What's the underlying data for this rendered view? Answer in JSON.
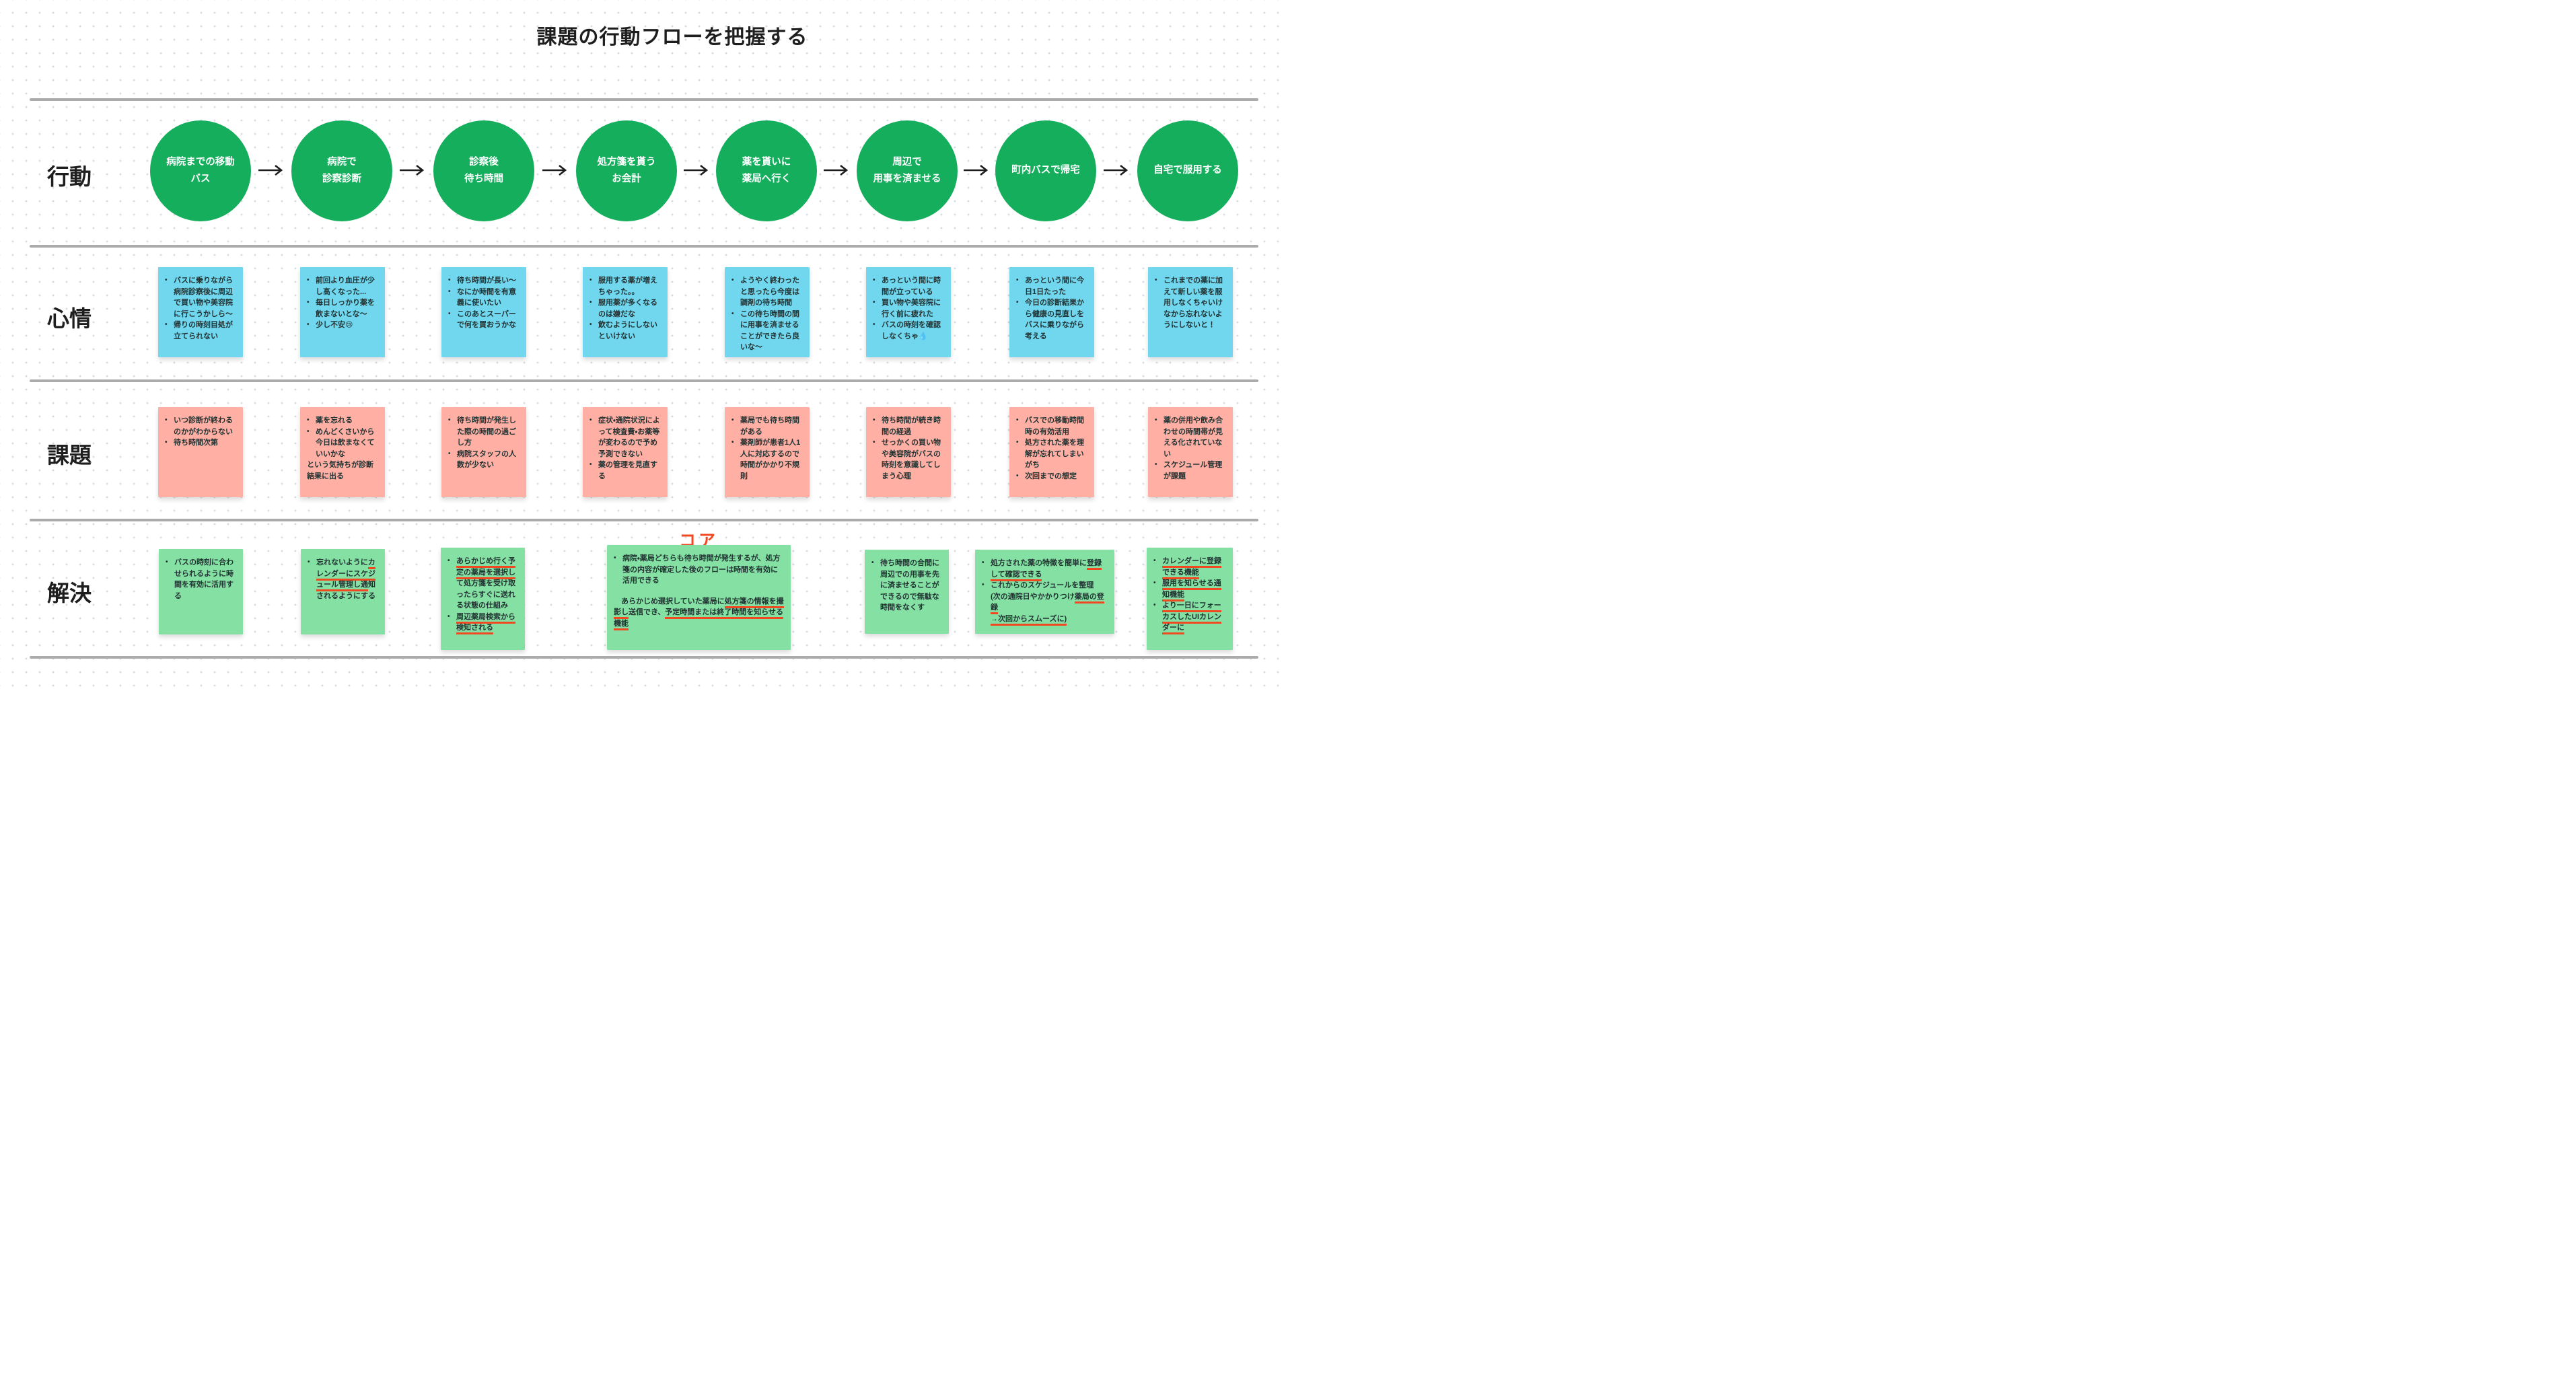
{
  "app": {
    "title": "課題の行動フローを把握する",
    "core_label": "コア"
  },
  "colors": {
    "action_circle_green": "#14AE5C",
    "feeling_note_blue": "#71D7EF",
    "issue_note_pink": "#FFAFA3",
    "solution_note_green": "#85E0A3",
    "accent_red": "#F24822",
    "divider_gray": "#ABABAB",
    "arrow_black": "#1e1e1e"
  },
  "rows": [
    {
      "label": "行動"
    },
    {
      "label": "心情"
    },
    {
      "label": "課題"
    },
    {
      "label": "解決"
    }
  ],
  "arrow_glyph": "→",
  "actions": [
    {
      "lines": [
        "病院までの移動",
        "バス"
      ]
    },
    {
      "lines": [
        "病院で",
        "診察診断"
      ]
    },
    {
      "lines": [
        "診察後",
        "待ち時間"
      ]
    },
    {
      "lines": [
        "処方箋を貰う",
        "お会計"
      ]
    },
    {
      "lines": [
        "薬を貰いに",
        "薬局へ行く"
      ]
    },
    {
      "lines": [
        "周辺で",
        "用事を済ませる"
      ]
    },
    {
      "lines": [
        "町内バスで帰宅"
      ]
    },
    {
      "lines": [
        "自宅で服用する"
      ]
    }
  ],
  "feelings": [
    {
      "items": [
        {
          "text": "バスに乗りながら病院診察後に周辺で買い物や美容院に行こうかしら〜"
        },
        {
          "text": "帰りの時刻目処が立てられない"
        }
      ]
    },
    {
      "items": [
        {
          "text": "前回より血圧が少し高くなった..."
        },
        {
          "text": "毎日しっかり薬を飲まないとな〜"
        },
        {
          "text": "少し不安😢"
        }
      ]
    },
    {
      "items": [
        {
          "text": "待ち時間が長い〜"
        },
        {
          "text": "なにか時間を有意義に使いたい"
        },
        {
          "text": "このあとスーパーで何を買おうかな"
        }
      ]
    },
    {
      "items": [
        {
          "text": "服用する薬が増えちゃった。。"
        },
        {
          "text": "服用薬が多くなるのは嫌だな"
        },
        {
          "text": "飲むようにしないといけない"
        }
      ]
    },
    {
      "items": [
        {
          "text": "ようやく終わったと思ったら今度は調剤の待ち時間"
        },
        {
          "text": "この待ち時間の間に用事を済ませることができたら良いな〜"
        }
      ]
    },
    {
      "items": [
        {
          "text": "あっという間に時間が立っている"
        },
        {
          "text": "買い物や美容院に行く前に疲れた"
        },
        {
          "text": "バスの時刻を確認しなくちゃ💧"
        }
      ]
    },
    {
      "items": [
        {
          "text": "あっという間に今日1日たった"
        },
        {
          "text": "今日の診断結果から健康の見直しをバスに乗りながら考える"
        }
      ]
    },
    {
      "items": [
        {
          "text": "これまでの薬に加えて新しい薬を服用しなくちゃいけなから忘れないようにしないと！"
        }
      ]
    }
  ],
  "issues": [
    {
      "items": [
        {
          "text": "いつ診断が終わるのかがわからない"
        },
        {
          "text": "待ち時間次第"
        }
      ]
    },
    {
      "items": [
        {
          "text": "薬を忘れる"
        },
        {
          "text": "めんどくさいから今日は飲まなくていいかな"
        },
        {
          "text": "という気持ちが診断結果に出る",
          "bullet": false
        }
      ]
    },
    {
      "items": [
        {
          "text": "待ち時間が発生した際の時間の過ごし方"
        },
        {
          "text": "病院スタッフの人数が少ない"
        }
      ]
    },
    {
      "items": [
        {
          "text": "症状・通院状況によって検査費・お薬等が変わるので予め予測できない"
        },
        {
          "text": "薬の管理を見直する"
        }
      ]
    },
    {
      "items": [
        {
          "text": "薬局でも待ち時間がある"
        },
        {
          "text": "薬剤師が患者1人1人に対応するので時間がかかり不規則"
        }
      ]
    },
    {
      "items": [
        {
          "text": "待ち時間が続き時間の経過"
        },
        {
          "text": "せっかくの買い物や美容院がバスの時刻を意識してしまう心理"
        }
      ]
    },
    {
      "items": [
        {
          "text": "バスでの移動時間時の有効活用"
        },
        {
          "text": "処方された薬を理解が忘れてしまいがち"
        },
        {
          "text": "次回までの想定"
        }
      ]
    },
    {
      "items": [
        {
          "text": "薬の併用や飲み合わせの時間帯が見える化されていない"
        },
        {
          "text": "スケジュール管理が課題"
        }
      ]
    }
  ],
  "solutions": [
    {
      "items": [
        {
          "segments": [
            {
              "t": "バスの時刻に合わせられるように時間を有効に活用する"
            }
          ]
        }
      ]
    },
    {
      "items": [
        {
          "segments": [
            {
              "t": "忘れないように"
            },
            {
              "t": "カレンダーにスケジュール管理し通",
              "u": true
            },
            {
              "t": "知されるようにする"
            }
          ]
        }
      ]
    },
    {
      "items": [
        {
          "segments": [
            {
              "t": "あらかじめ行く予定の薬局を選択し",
              "u": true
            },
            {
              "t": "て処方箋を受け取ったらすぐに送れる状態の仕組み"
            }
          ]
        },
        {
          "segments": [
            {
              "t": "周辺薬局検索から検知される",
              "u": true
            }
          ]
        }
      ]
    },
    {
      "core": true,
      "items": [
        {
          "segments": [
            {
              "t": "病院・薬局どちらも待ち時間が発生するが、処方箋の内容が確定した後のフローは時間を有効に活用できる"
            }
          ]
        },
        {
          "bullet": false,
          "gap": true,
          "segments": [
            {
              "t": "　あらかじめ選択していた薬局に"
            },
            {
              "t": "処方箋の情報を撮影し",
              "u": true
            },
            {
              "t": "送信でき、"
            },
            {
              "t": "予定時間または終了時間を知らせる機能",
              "u": true
            }
          ]
        }
      ]
    },
    {
      "items": [
        {
          "segments": [
            {
              "t": "待ち時間の合間に周辺での用事を先に済ませることができるので無駄な時間をなくす"
            }
          ]
        }
      ]
    },
    {
      "items": [
        {
          "segments": [
            {
              "t": "処方された薬の特徴を簡単に"
            },
            {
              "t": "登録して確認できる",
              "u": true
            }
          ]
        },
        {
          "segments": [
            {
              "t": "これからのスケジュールを整理\n(次の通院日やかかりつけ"
            },
            {
              "t": "薬局の登録",
              "u": true
            },
            {
              "t": "\n"
            },
            {
              "t": "→次回からスムーズに)",
              "u": true
            }
          ]
        }
      ]
    },
    {
      "items": [
        {
          "segments": [
            {
              "t": "カレンダーに登録できる機能",
              "u": true
            }
          ]
        },
        {
          "segments": [
            {
              "t": "服用を知らせる通知機能",
              "u": true
            }
          ]
        },
        {
          "segments": [
            {
              "t": "より一日にフォーカスしたUIカレンダーに",
              "u": true
            }
          ]
        }
      ]
    }
  ]
}
